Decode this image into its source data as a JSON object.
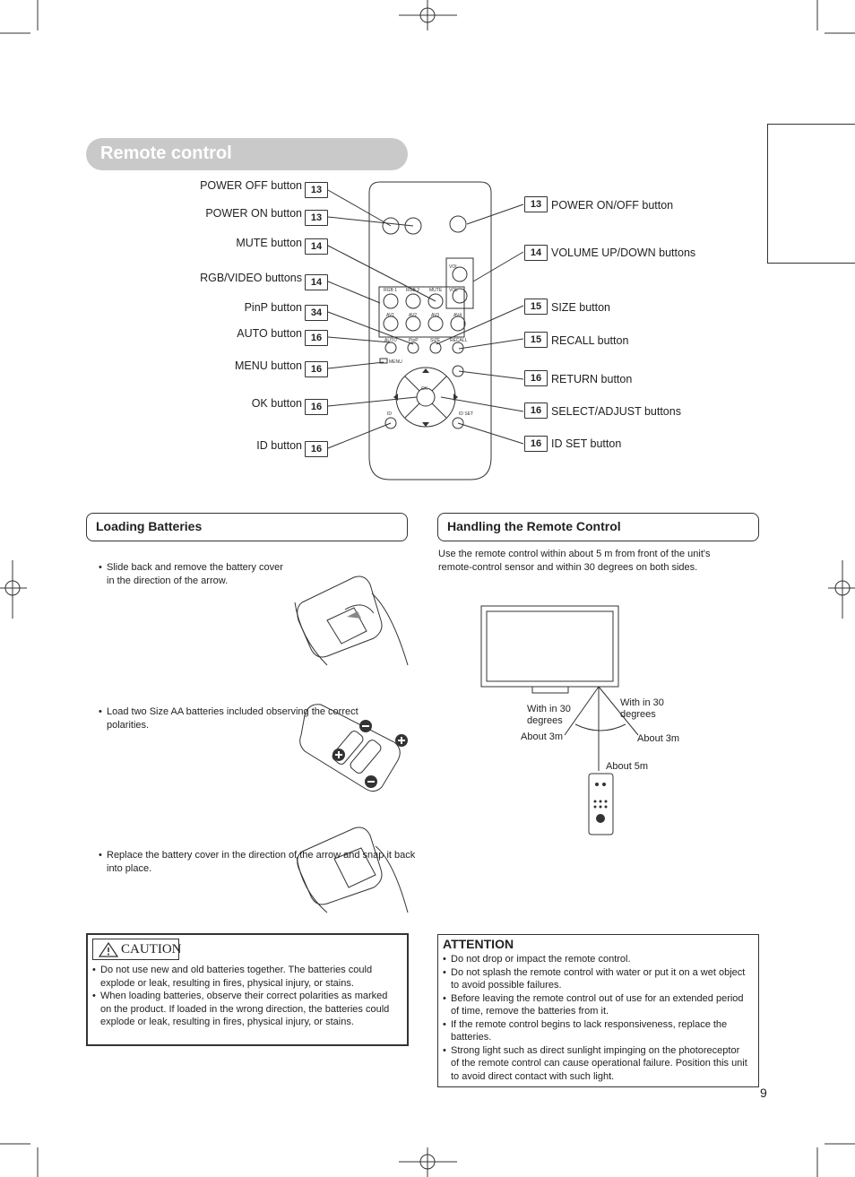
{
  "header": {
    "title": "Remote control"
  },
  "remote_left_labels": [
    {
      "label": "POWER OFF button",
      "page": "13"
    },
    {
      "label": "POWER ON button",
      "page": "13"
    },
    {
      "label": "MUTE button",
      "page": "14"
    },
    {
      "label": "RGB/VIDEO buttons",
      "page": "14"
    },
    {
      "label": "PinP button",
      "page": "34"
    },
    {
      "label": "AUTO button",
      "page": "16"
    },
    {
      "label": "MENU button",
      "page": "16"
    },
    {
      "label": "OK button",
      "page": "16"
    },
    {
      "label": "ID button",
      "page": "16"
    }
  ],
  "remote_right_labels": [
    {
      "label": "POWER ON/OFF button",
      "page": "13"
    },
    {
      "label": "VOLUME UP/DOWN buttons",
      "page": "14"
    },
    {
      "label": "SIZE button",
      "page": "15"
    },
    {
      "label": "RECALL button",
      "page": "15"
    },
    {
      "label": "RETURN button",
      "page": "16"
    },
    {
      "label": "SELECT/ADJUST buttons",
      "page": "16"
    },
    {
      "label": "ID SET button",
      "page": "16"
    }
  ],
  "remote_keys": {
    "rgb1": "RGB 1",
    "rgb2": "RGB 2",
    "mute": "MUTE",
    "vol": "VOL",
    "av1": "AV1",
    "av2": "AV2",
    "av3": "AV3",
    "av4": "AV4",
    "auto": "AUTO",
    "pinp": "PinP",
    "size": "SIZE",
    "recall": "RECALL",
    "menu": "MENU",
    "ok": "OK",
    "id": "ID",
    "idset": "ID SET"
  },
  "loading": {
    "title": "Loading Batteries",
    "steps": [
      "Slide back and remove the battery cover in the direction of the arrow.",
      "Load two Size AA batteries included observing the correct polarities.",
      "Replace the battery cover in the direction of the arrow and snap it back into place."
    ]
  },
  "handling": {
    "title": "Handling the Remote Control",
    "intro": "Use the remote control within about 5 m from front of the unit's remote-control sensor and within 30 degrees on both sides.",
    "diagram": {
      "left_angle": "With in 30 degrees",
      "right_angle": "With in 30 degrees",
      "left_dist": "About 3m",
      "right_dist": "About 3m",
      "center_dist": "About 5m"
    }
  },
  "caution": {
    "title": "CAUTION",
    "items": [
      "Do not use new and old batteries together.  The batteries could explode or leak, resulting in fires, physical injury, or stains.",
      "When loading batteries, observe their correct polarities as marked on the product. If loaded in the wrong direction, the batteries could explode or leak, resulting in fires, physical injury, or stains."
    ]
  },
  "attention": {
    "title": "ATTENTION",
    "items": [
      "Do not drop or impact the remote control.",
      "Do not splash the remote control with water or put it on a wet object to avoid possible failures.",
      "Before leaving the remote control out of use for an extended period of time, remove the batteries from it.",
      "If the remote control begins to lack responsiveness, replace the batteries.",
      "Strong light such as direct sunlight impinging on the photoreceptor of the remote control can cause operational failure. Position this unit to avoid direct contact with such light."
    ]
  },
  "page_number": "9"
}
